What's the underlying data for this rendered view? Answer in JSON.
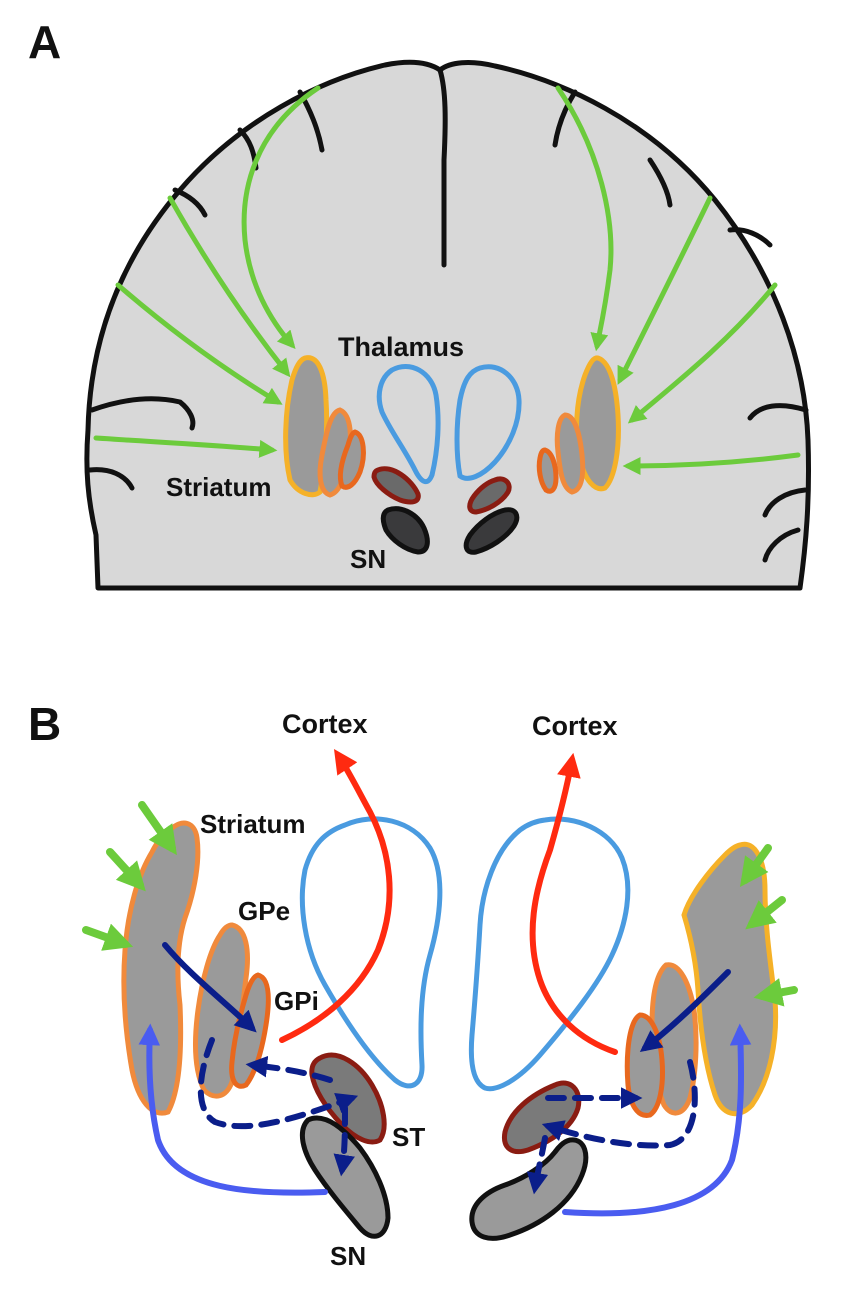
{
  "panel_a": {
    "letter": "A",
    "labels": {
      "thalamus": "Thalamus",
      "striatum": "Striatum",
      "sn": "SN"
    }
  },
  "panel_b": {
    "letter": "B",
    "labels": {
      "cortex_left": "Cortex",
      "cortex_right": "Cortex",
      "striatum": "Striatum",
      "gpe": "GPe",
      "gpi": "GPi",
      "st": "ST",
      "sn": "SN"
    }
  },
  "colors": {
    "brain_fill": "#d8d8d8",
    "outline": "#111111",
    "striatum_edge": "#f5b128",
    "pallidum_edge": "#f08a3c",
    "gpi_edge": "#e8681e",
    "thalamus": "#4a9be0",
    "st_edge": "#8a1c12",
    "sn_fill": "#3a3a3c",
    "cortical_input": "#6ccb3c",
    "thalamic_output": "#ff2a10",
    "internal_path": "#0b1e8a",
    "nigral_path": "#4a5cf0",
    "gray_region": "#9a9a9a"
  }
}
